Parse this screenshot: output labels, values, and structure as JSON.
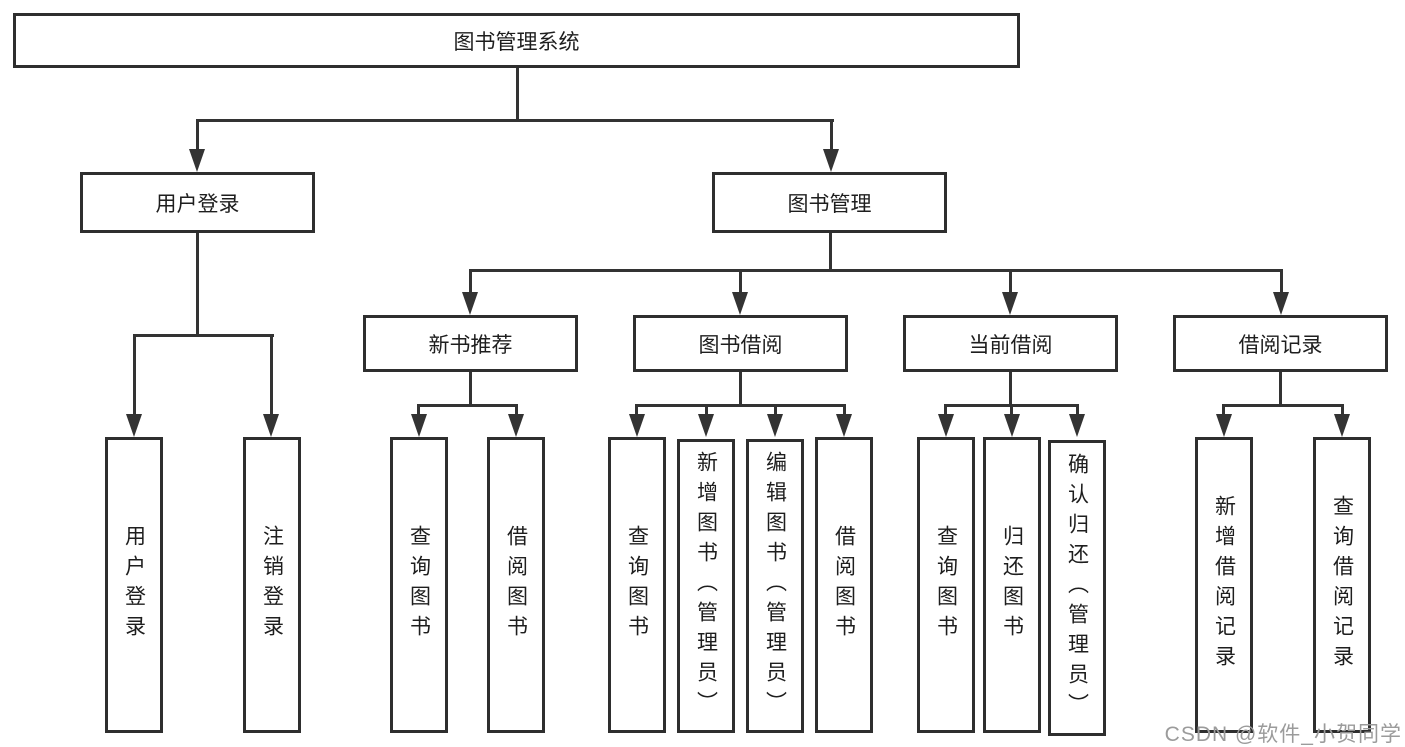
{
  "diagram": {
    "title": "图书管理系统",
    "watermark": "CSDN @软件_小贺同学",
    "colors": {
      "line": "#333333",
      "box_border": "#2e2e2e",
      "text": "#1e1e1e",
      "watermark": "#9b9b9b",
      "background": "#ffffff"
    },
    "nodes": {
      "root": {
        "label": "图书管理系统"
      },
      "user_login": {
        "label": "用户登录"
      },
      "book_mgmt": {
        "label": "图书管理"
      },
      "new_book_rec": {
        "label": "新书推荐"
      },
      "book_borrow": {
        "label": "图书借阅"
      },
      "current_borrow": {
        "label": "当前借阅"
      },
      "borrow_records": {
        "label": "借阅记录"
      },
      "leaf_user_login": {
        "label": "用户登录"
      },
      "leaf_logout": {
        "label": "注销登录"
      },
      "rec_query_books": {
        "label": "查询图书"
      },
      "rec_borrow_books": {
        "label": "借阅图书"
      },
      "bb_query_books": {
        "label": "查询图书"
      },
      "bb_add_books": {
        "label": "新增图书（管理员）"
      },
      "bb_edit_books": {
        "label": "编辑图书（管理员）"
      },
      "bb_borrow_books": {
        "label": "借阅图书"
      },
      "cb_query_books": {
        "label": "查询图书"
      },
      "cb_return_books": {
        "label": "归还图书"
      },
      "cb_confirm_return": {
        "label": "确认归还（管理员）"
      },
      "br_add_record": {
        "label": "新增借阅记录"
      },
      "br_query_record": {
        "label": "查询借阅记录"
      }
    }
  }
}
